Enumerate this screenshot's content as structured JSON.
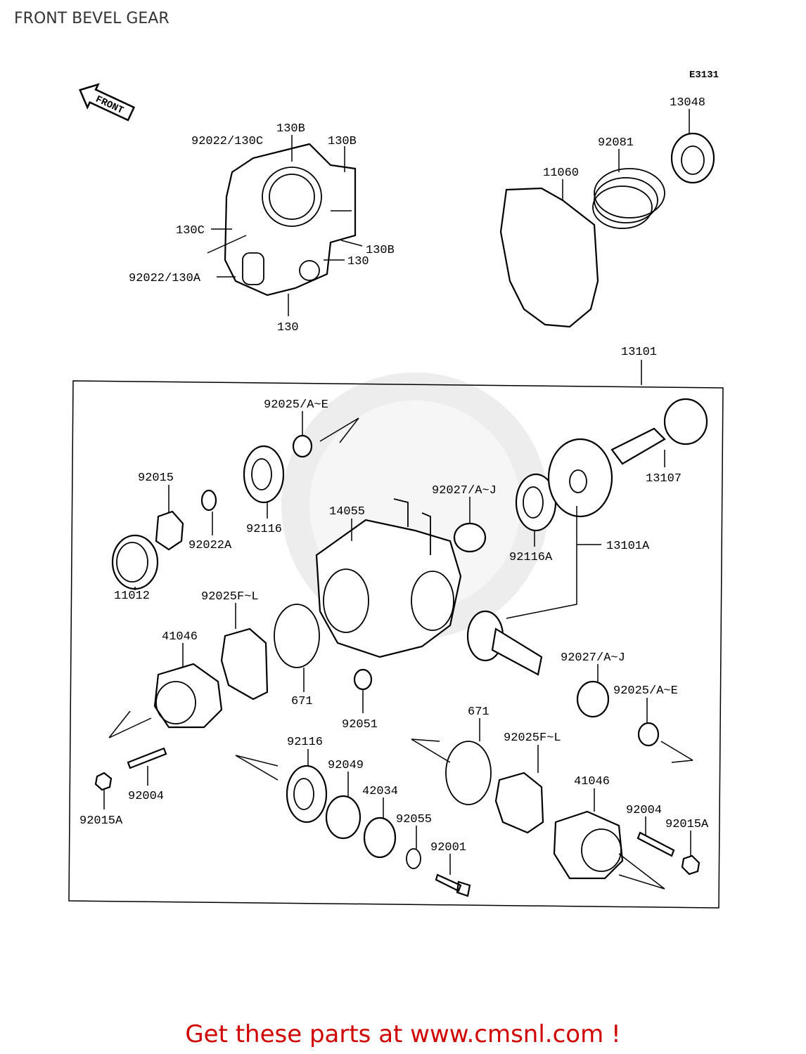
{
  "page": {
    "title": "FRONT BEVEL GEAR"
  },
  "diagram": {
    "code": "E3131",
    "front_label": "FRONT",
    "labels": {
      "p13048": "13048",
      "p92081": "92081",
      "p11060": "11060",
      "p92022_130C": "92022/130C",
      "p130B_top": "130B",
      "p130B_right": "130B",
      "p130C": "130C",
      "p130B_lower": "130B",
      "p130_right": "130",
      "p92022_130A": "92022/130A",
      "p130_bottom": "130",
      "p13101": "13101",
      "p92025_AE_top": "92025/A~E",
      "p92015": "92015",
      "p92116_top": "92116",
      "p92022A": "92022A",
      "p11012": "11012",
      "p14055": "14055",
      "p92027_AJ_top": "92027/A~J",
      "p92116A": "92116A",
      "p13107": "13107",
      "p13101A": "13101A",
      "p92025FL_left": "92025F~L",
      "p41046_left": "41046",
      "p671_left": "671",
      "p92051": "92051",
      "p92027_AJ_right": "92027/A~J",
      "p92025_AE_right": "92025/A~E",
      "p671_right": "671",
      "p92025FL_right": "92025F~L",
      "p92116_bottom": "92116",
      "p92049": "92049",
      "p42034": "42034",
      "p92055": "92055",
      "p92001": "92001",
      "p92004_left": "92004",
      "p92015A_left": "92015A",
      "p41046_right": "41046",
      "p92004_right": "92004",
      "p92015A_right": "92015A"
    }
  },
  "footer": {
    "link_text": "Get these parts at www.cmsnl.com !"
  }
}
